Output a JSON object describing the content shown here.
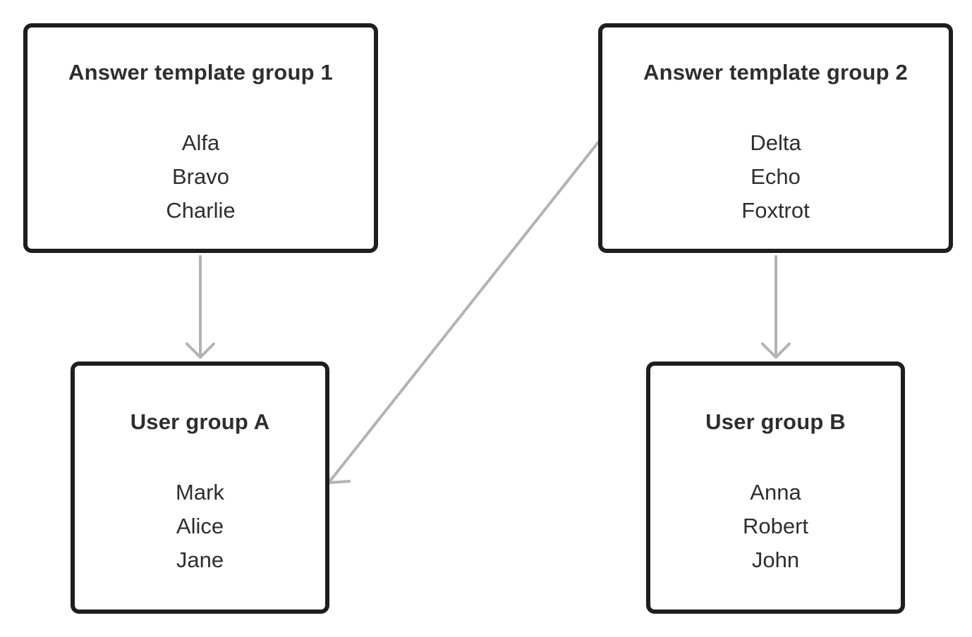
{
  "diagram": {
    "line_color": "#b3b3b3",
    "border_color": "#1e1e1e",
    "text_color": "#2e2e2e",
    "nodes": {
      "atg1": {
        "title": "Answer template group 1",
        "items": [
          "Alfa",
          "Bravo",
          "Charlie"
        ]
      },
      "atg2": {
        "title": "Answer template group 2",
        "items": [
          "Delta",
          "Echo",
          "Foxtrot"
        ]
      },
      "uga": {
        "title": "User group A",
        "items": [
          "Mark",
          "Alice",
          "Jane"
        ]
      },
      "ugb": {
        "title": "User group B",
        "items": [
          "Anna",
          "Robert",
          "John"
        ]
      }
    },
    "edges": [
      {
        "from": "atg1",
        "to": "uga"
      },
      {
        "from": "atg2",
        "to": "uga"
      },
      {
        "from": "atg2",
        "to": "ugb"
      }
    ]
  }
}
